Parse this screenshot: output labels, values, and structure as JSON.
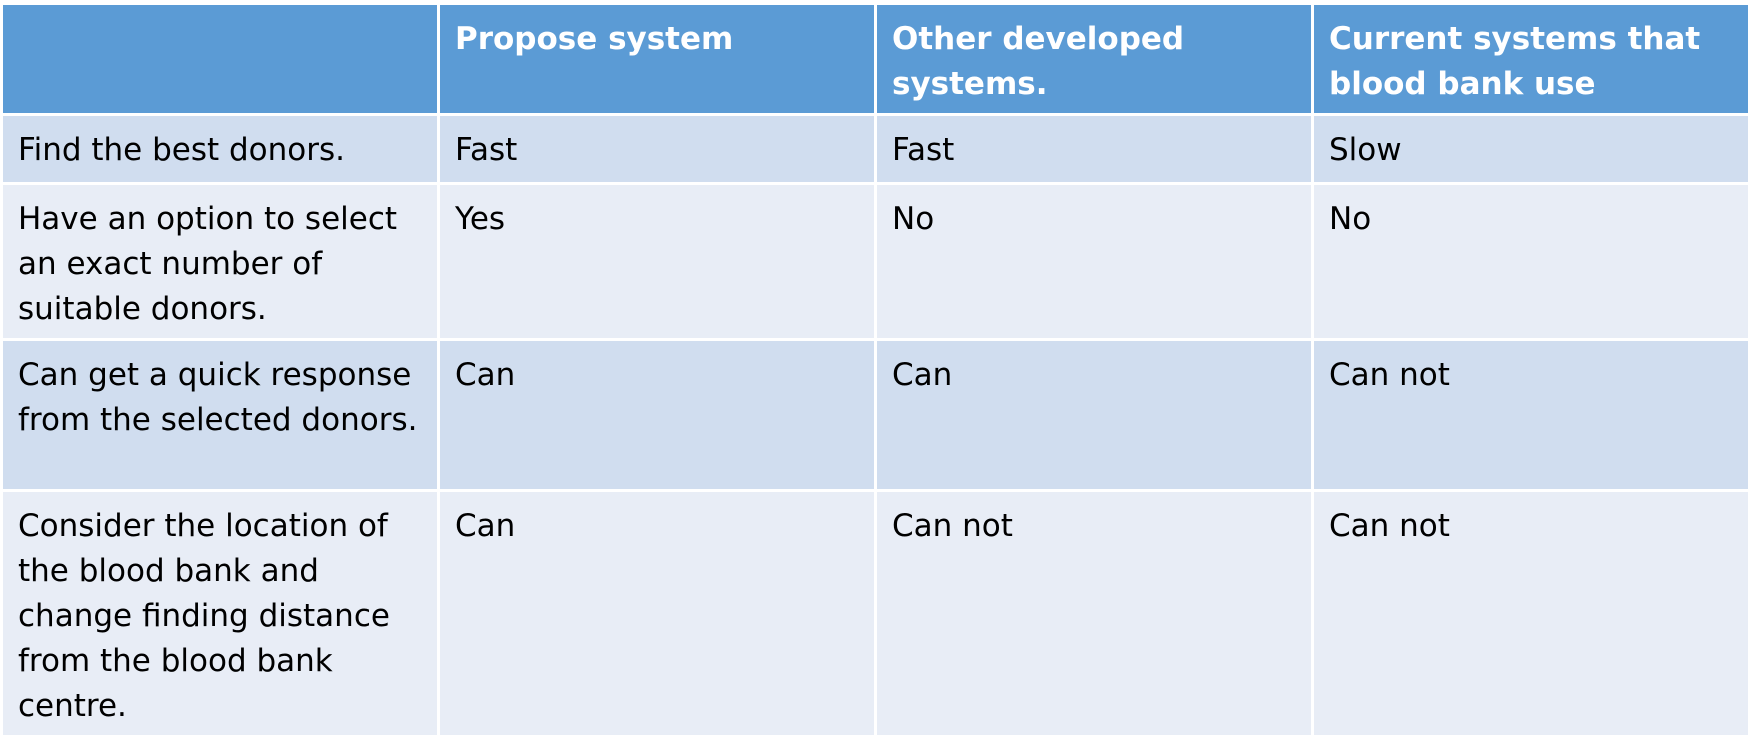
{
  "colors": {
    "header_bg": "#5b9bd5",
    "header_text": "#ffffff",
    "row_dark": "#d0ddef",
    "row_light": "#e8edf6",
    "gridline": "#ffffff"
  },
  "table": {
    "headers": [
      "",
      "Propose system",
      "Other developed systems.",
      "Current systems that blood bank use"
    ],
    "rows": [
      [
        "Find the best donors.",
        "Fast",
        "Fast",
        "Slow"
      ],
      [
        "Have an option to select an exact number of suitable donors.",
        "Yes",
        "No",
        "No"
      ],
      [
        "Can get a quick response from the selected donors.",
        "Can",
        "Can",
        "Can not"
      ],
      [
        "Consider the location of the blood bank and change finding distance from the blood bank centre.",
        "Can",
        "Can not",
        "Can not"
      ]
    ]
  }
}
